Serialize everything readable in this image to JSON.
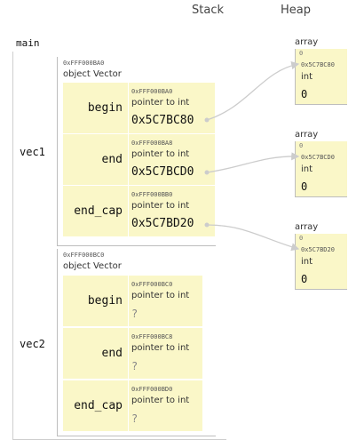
{
  "headers": {
    "stack": "Stack",
    "heap": "Heap"
  },
  "frame": {
    "name": "main",
    "variables": [
      {
        "name": "vec1",
        "object": {
          "address": "0xFFF000BA0",
          "type": "object Vector",
          "fields": [
            {
              "name": "begin",
              "address": "0xFFF000BA0",
              "type": "pointer to int",
              "value": "0x5C7BC80"
            },
            {
              "name": "end",
              "address": "0xFFF000BA8",
              "type": "pointer to int",
              "value": "0x5C7BCD0"
            },
            {
              "name": "end_cap",
              "address": "0xFFF000BB0",
              "type": "pointer to int",
              "value": "0x5C7BD20"
            }
          ]
        }
      },
      {
        "name": "vec2",
        "object": {
          "address": "0xFFF000BC0",
          "type": "object Vector",
          "fields": [
            {
              "name": "begin",
              "address": "0xFFF000BC0",
              "type": "pointer to int",
              "value": "?"
            },
            {
              "name": "end",
              "address": "0xFFF000BC8",
              "type": "pointer to int",
              "value": "?"
            },
            {
              "name": "end_cap",
              "address": "0xFFF000BD0",
              "type": "pointer to int",
              "value": "?"
            }
          ]
        }
      }
    ]
  },
  "heap": [
    {
      "label": "array",
      "index": "0",
      "address": "0x5C7BC80",
      "type": "int",
      "value": "0"
    },
    {
      "label": "array",
      "index": "0",
      "address": "0x5C7BCD0",
      "type": "int",
      "value": "0"
    },
    {
      "label": "array",
      "index": "0",
      "address": "0x5C7BD20",
      "type": "int",
      "value": "0"
    }
  ],
  "colors": {
    "cell": "#faf7c8",
    "arrow": "#cccccc"
  }
}
